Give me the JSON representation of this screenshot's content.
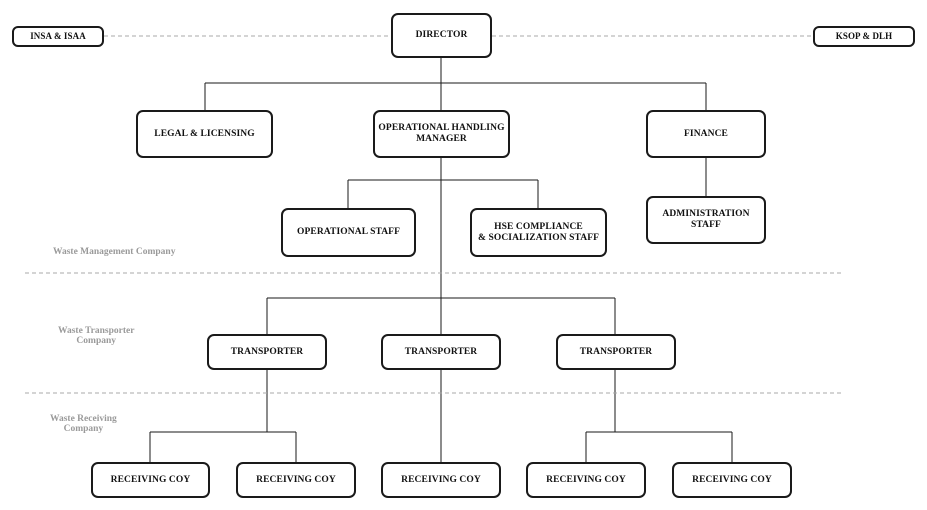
{
  "regulators": {
    "left": "INSA & ISAA",
    "right": "KSOP & DLH"
  },
  "top": {
    "director": "DIRECTOR"
  },
  "management": {
    "legal": "LEGAL & LICENSING",
    "operational_manager": "OPERATIONAL HANDLING\nMANAGER",
    "finance": "FINANCE",
    "operational_staff": "OPERATIONAL STAFF",
    "hse_staff": "HSE COMPLIANCE\n& SOCIALIZATION STAFF",
    "administration_staff": "ADMINISTRATION\nSTAFF"
  },
  "transporters": [
    {
      "label": "TRANSPORTER"
    },
    {
      "label": "TRANSPORTER"
    },
    {
      "label": "TRANSPORTER"
    }
  ],
  "receivers": [
    {
      "label": "RECEIVING COY"
    },
    {
      "label": "RECEIVING COY"
    },
    {
      "label": "RECEIVING COY"
    },
    {
      "label": "RECEIVING COY"
    },
    {
      "label": "RECEIVING COY"
    }
  ],
  "zones": {
    "management": "Waste Management Company",
    "transporter": "Waste Transporter\nCompany",
    "receiving": "Waste Receiving\nCompany"
  }
}
